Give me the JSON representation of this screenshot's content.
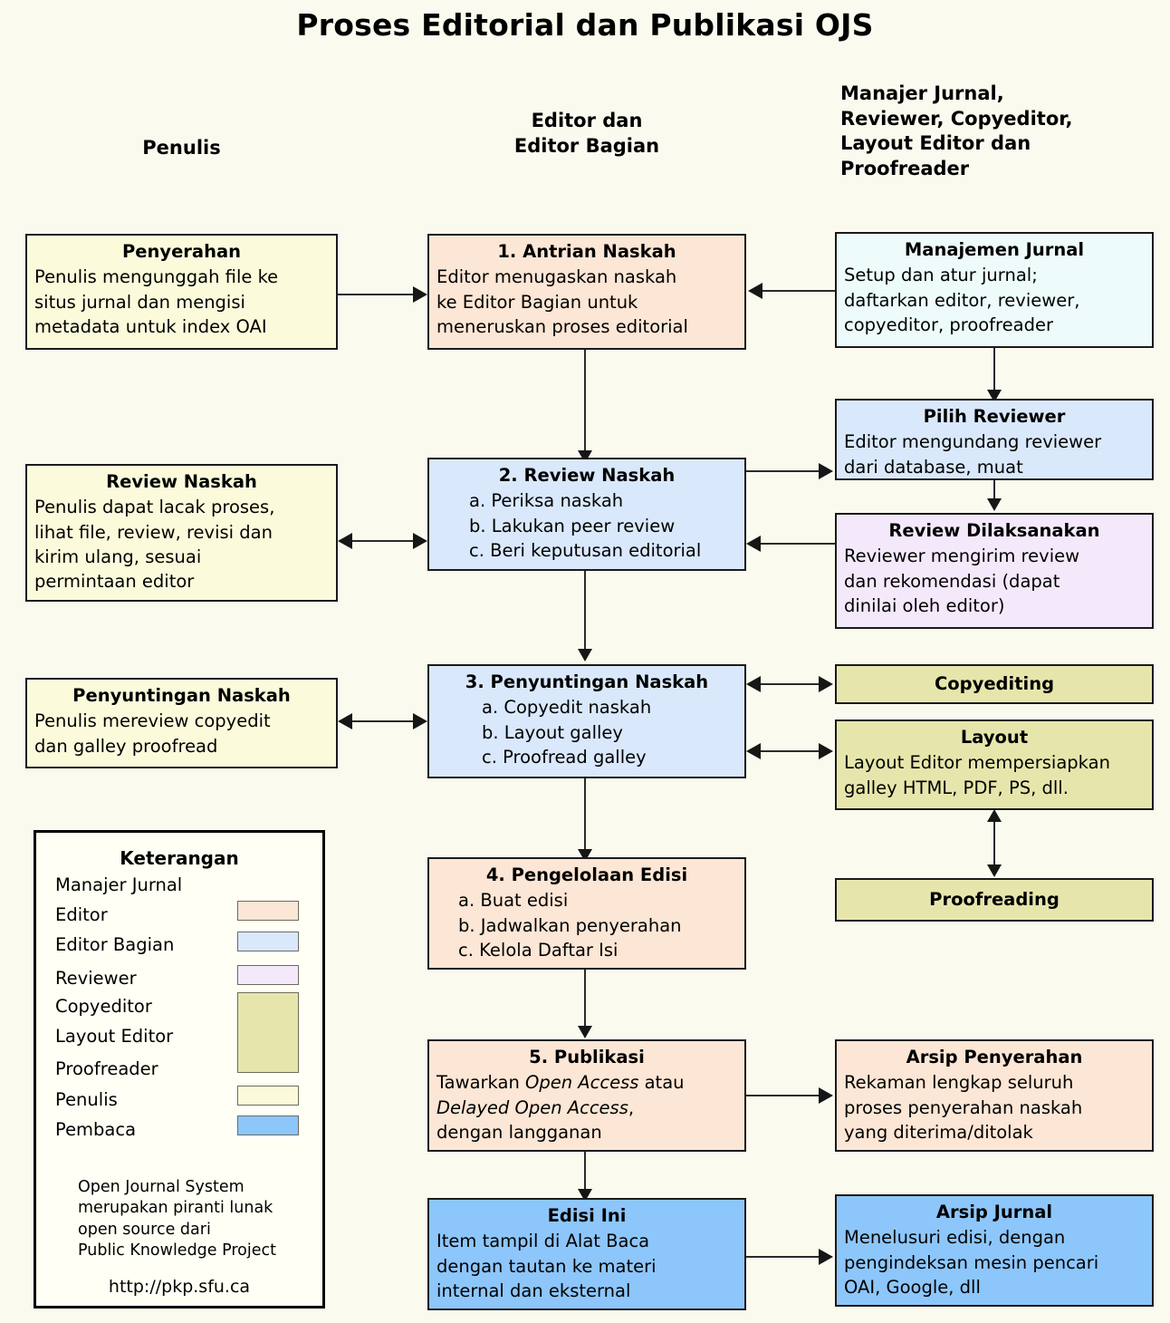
{
  "title": "Proses Editorial dan Publikasi OJS",
  "columns": {
    "left": "Penulis",
    "center": "Editor dan\nEditor Bagian",
    "right": "Manajer Jurnal,\nReviewer, Copyeditor,\nLayout Editor dan\nProofreader"
  },
  "boxes": {
    "penyerahan": {
      "title": "Penyerahan",
      "lines": [
        "Penulis mengunggah file ke",
        "situs jurnal dan mengisi",
        "metadata untuk index OAI"
      ]
    },
    "antrian": {
      "title": "1. Antrian Naskah",
      "lines": [
        "Editor menugaskan naskah",
        "ke Editor Bagian untuk",
        "meneruskan proses editorial"
      ]
    },
    "manajemen": {
      "title": "Manajemen Jurnal",
      "lines": [
        "Setup dan atur jurnal;",
        "daftarkan editor, reviewer,",
        "copyeditor, proofreader"
      ]
    },
    "pilih_reviewer": {
      "title": "Pilih Reviewer",
      "lines": [
        "Editor mengundang reviewer",
        "dari database, muat"
      ]
    },
    "review_naskah_penulis": {
      "title": "Review Naskah",
      "lines": [
        "Penulis dapat lacak proses,",
        "lihat file, review, revisi dan",
        "kirim ulang, sesuai",
        "permintaan editor"
      ]
    },
    "review_naskah": {
      "title": "2. Review Naskah",
      "lines": [
        "a. Periksa naskah",
        "b. Lakukan peer review",
        "c. Beri keputusan editorial"
      ]
    },
    "review_dilaksanakan": {
      "title": "Review Dilaksanakan",
      "lines": [
        "Reviewer mengirim review",
        "dan rekomendasi (dapat",
        "dinilai oleh editor)"
      ]
    },
    "penyuntingan_penulis": {
      "title": "Penyuntingan Naskah",
      "lines": [
        "Penulis mereview copyedit",
        "dan galley proofread"
      ]
    },
    "penyuntingan": {
      "title": "3. Penyuntingan Naskah",
      "lines": [
        "a. Copyedit naskah",
        "b. Layout galley",
        "c. Proofread galley"
      ]
    },
    "copyediting": {
      "title": "Copyediting",
      "lines": []
    },
    "layout": {
      "title": "Layout",
      "lines": [
        "Layout Editor mempersiapkan",
        "galley HTML, PDF, PS, dll."
      ]
    },
    "proofreading": {
      "title": "Proofreading",
      "lines": []
    },
    "pengelolaan": {
      "title": "4. Pengelolaan Edisi",
      "lines": [
        "a. Buat edisi",
        "b. Jadwalkan penyerahan",
        "c. Kelola Daftar Isi"
      ]
    },
    "publikasi": {
      "title": "5. Publikasi",
      "line1_a": "Tawarkan ",
      "line1_i": "Open Access",
      "line1_b": " atau",
      "line2_i": "Delayed Open Access",
      "line2_b": ",",
      "line3": "dengan langganan"
    },
    "arsip_penyerahan": {
      "title": "Arsip Penyerahan",
      "lines": [
        "Rekaman lengkap seluruh",
        "proses penyerahan naskah",
        "yang diterima/ditolak"
      ]
    },
    "edisi_ini": {
      "title": "Edisi Ini",
      "lines": [
        "Item tampil di Alat Baca",
        "dengan tautan ke materi",
        "internal dan eksternal"
      ]
    },
    "arsip_jurnal": {
      "title": "Arsip Jurnal",
      "lines": [
        "Menelusuri edisi, dengan",
        "pengindeksan mesin pencari",
        "OAI, Google, dll"
      ]
    }
  },
  "legend": {
    "title": "Keterangan",
    "roles": [
      {
        "label": "Manajer Jurnal",
        "color": "#edfbfb"
      },
      {
        "label": "Editor",
        "color": "#fce6d5"
      },
      {
        "label": "Editor Bagian",
        "color": "#d9e8fb"
      },
      {
        "label": "Reviewer",
        "color": "#f4e9fb"
      },
      {
        "label": "Copyeditor",
        "color": "#e6e6ac"
      },
      {
        "label": "Layout Editor",
        "color": "#e6e6ac"
      },
      {
        "label": "Proofreader",
        "color": "#e6e6ac"
      },
      {
        "label": "Penulis",
        "color": "#fbfbdc"
      },
      {
        "label": "Pembaca",
        "color": "#8dc6fa"
      }
    ],
    "note": [
      "Open Journal System",
      "merupakan piranti lunak",
      "open source dari",
      "Public Knowledge Project"
    ],
    "url": "http://pkp.sfu.ca"
  }
}
